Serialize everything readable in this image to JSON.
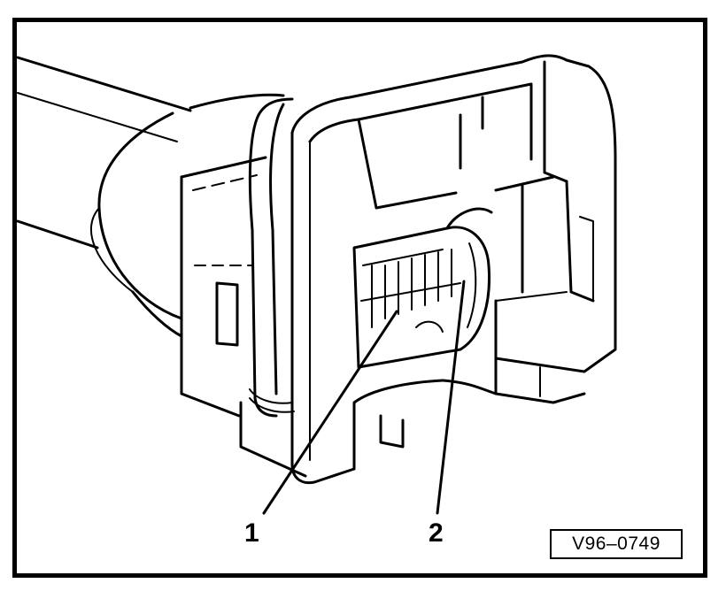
{
  "callouts": [
    {
      "number": "1"
    },
    {
      "number": "2"
    }
  ],
  "figure_code": "V96–0749",
  "colors": {
    "ink": "#000000",
    "paper": "#ffffff"
  }
}
